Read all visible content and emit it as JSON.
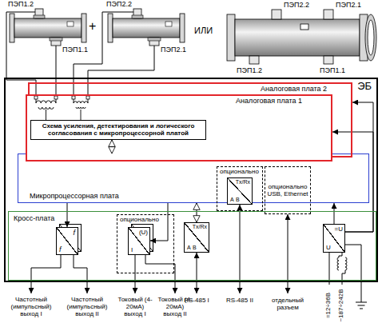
{
  "diagram": {
    "nodes": [
      {
        "text": [
          "ЭБ"
        ]
      },
      {
        "text": [
          "Аналоговая плата 2"
        ],
        "in": 0
      },
      {
        "text": [
          "Аналоговая плата 1"
        ],
        "in": 0
      },
      {
        "text": [
          "Схема усиления, детектирования и логического согласования с микропроцессорной платой"
        ],
        "in": 2
      },
      {
        "text": [
          "Микропроцессорная плата"
        ],
        "in": 0
      },
      {
        "text": [
          "опционально"
        ],
        "in": 0
      },
      {
        "text": [
          "опционально USB, Ethernet"
        ],
        "in": 0
      },
      {
        "text": [
          "Кросс-плата"
        ],
        "in": 0
      },
      {
        "text": [
          "опционально"
        ],
        "in": 7
      },
      {
        "text": [
          "f",
          "f"
        ],
        "in": 7
      },
      {
        "text": [
          "I",
          "(U)"
        ],
        "in": 8
      },
      {
        "text": [
          "Tx/Rx",
          "A",
          "B"
        ],
        "in": 7
      },
      {
        "text": [
          "Tx/Rx",
          "A",
          "B"
        ],
        "in": 5
      },
      {
        "text": [
          "=U",
          "U"
        ],
        "in": 7
      }
    ],
    "edges": [
      {
        "from": 3,
        "to": 4,
        "arrow": "both"
      },
      {
        "from": 4,
        "to": 11,
        "arrow": "both"
      },
      {
        "from": 4,
        "to": 9,
        "arrow": "to"
      },
      {
        "from": 4,
        "to": 10,
        "arrow": "to"
      },
      {
        "from": 13,
        "to": 1,
        "arrow": "to"
      },
      {
        "from": 13,
        "to": 2,
        "arrow": "to"
      },
      {
        "from": 13,
        "to": 4,
        "arrow": "to"
      }
    ],
    "labels": [
      "ПЭП1.2",
      "ПЭП1.1",
      "+",
      "ПЭП2.2",
      "ПЭП2.1",
      "ИЛИ",
      "ПЭП2.2",
      "ПЭП2.1",
      "ПЭП1.2",
      "ПЭП1.1",
      "Частотный (импульсный) выход I",
      "Частотный (импульсный) выход II",
      "Токовый (4-20мА) выход I",
      "Токовый (4-20мА) выход II",
      "RS-485 I",
      "RS-485 II",
      "отдельный разъем",
      "=12÷36В",
      "~187÷242В"
    ]
  }
}
